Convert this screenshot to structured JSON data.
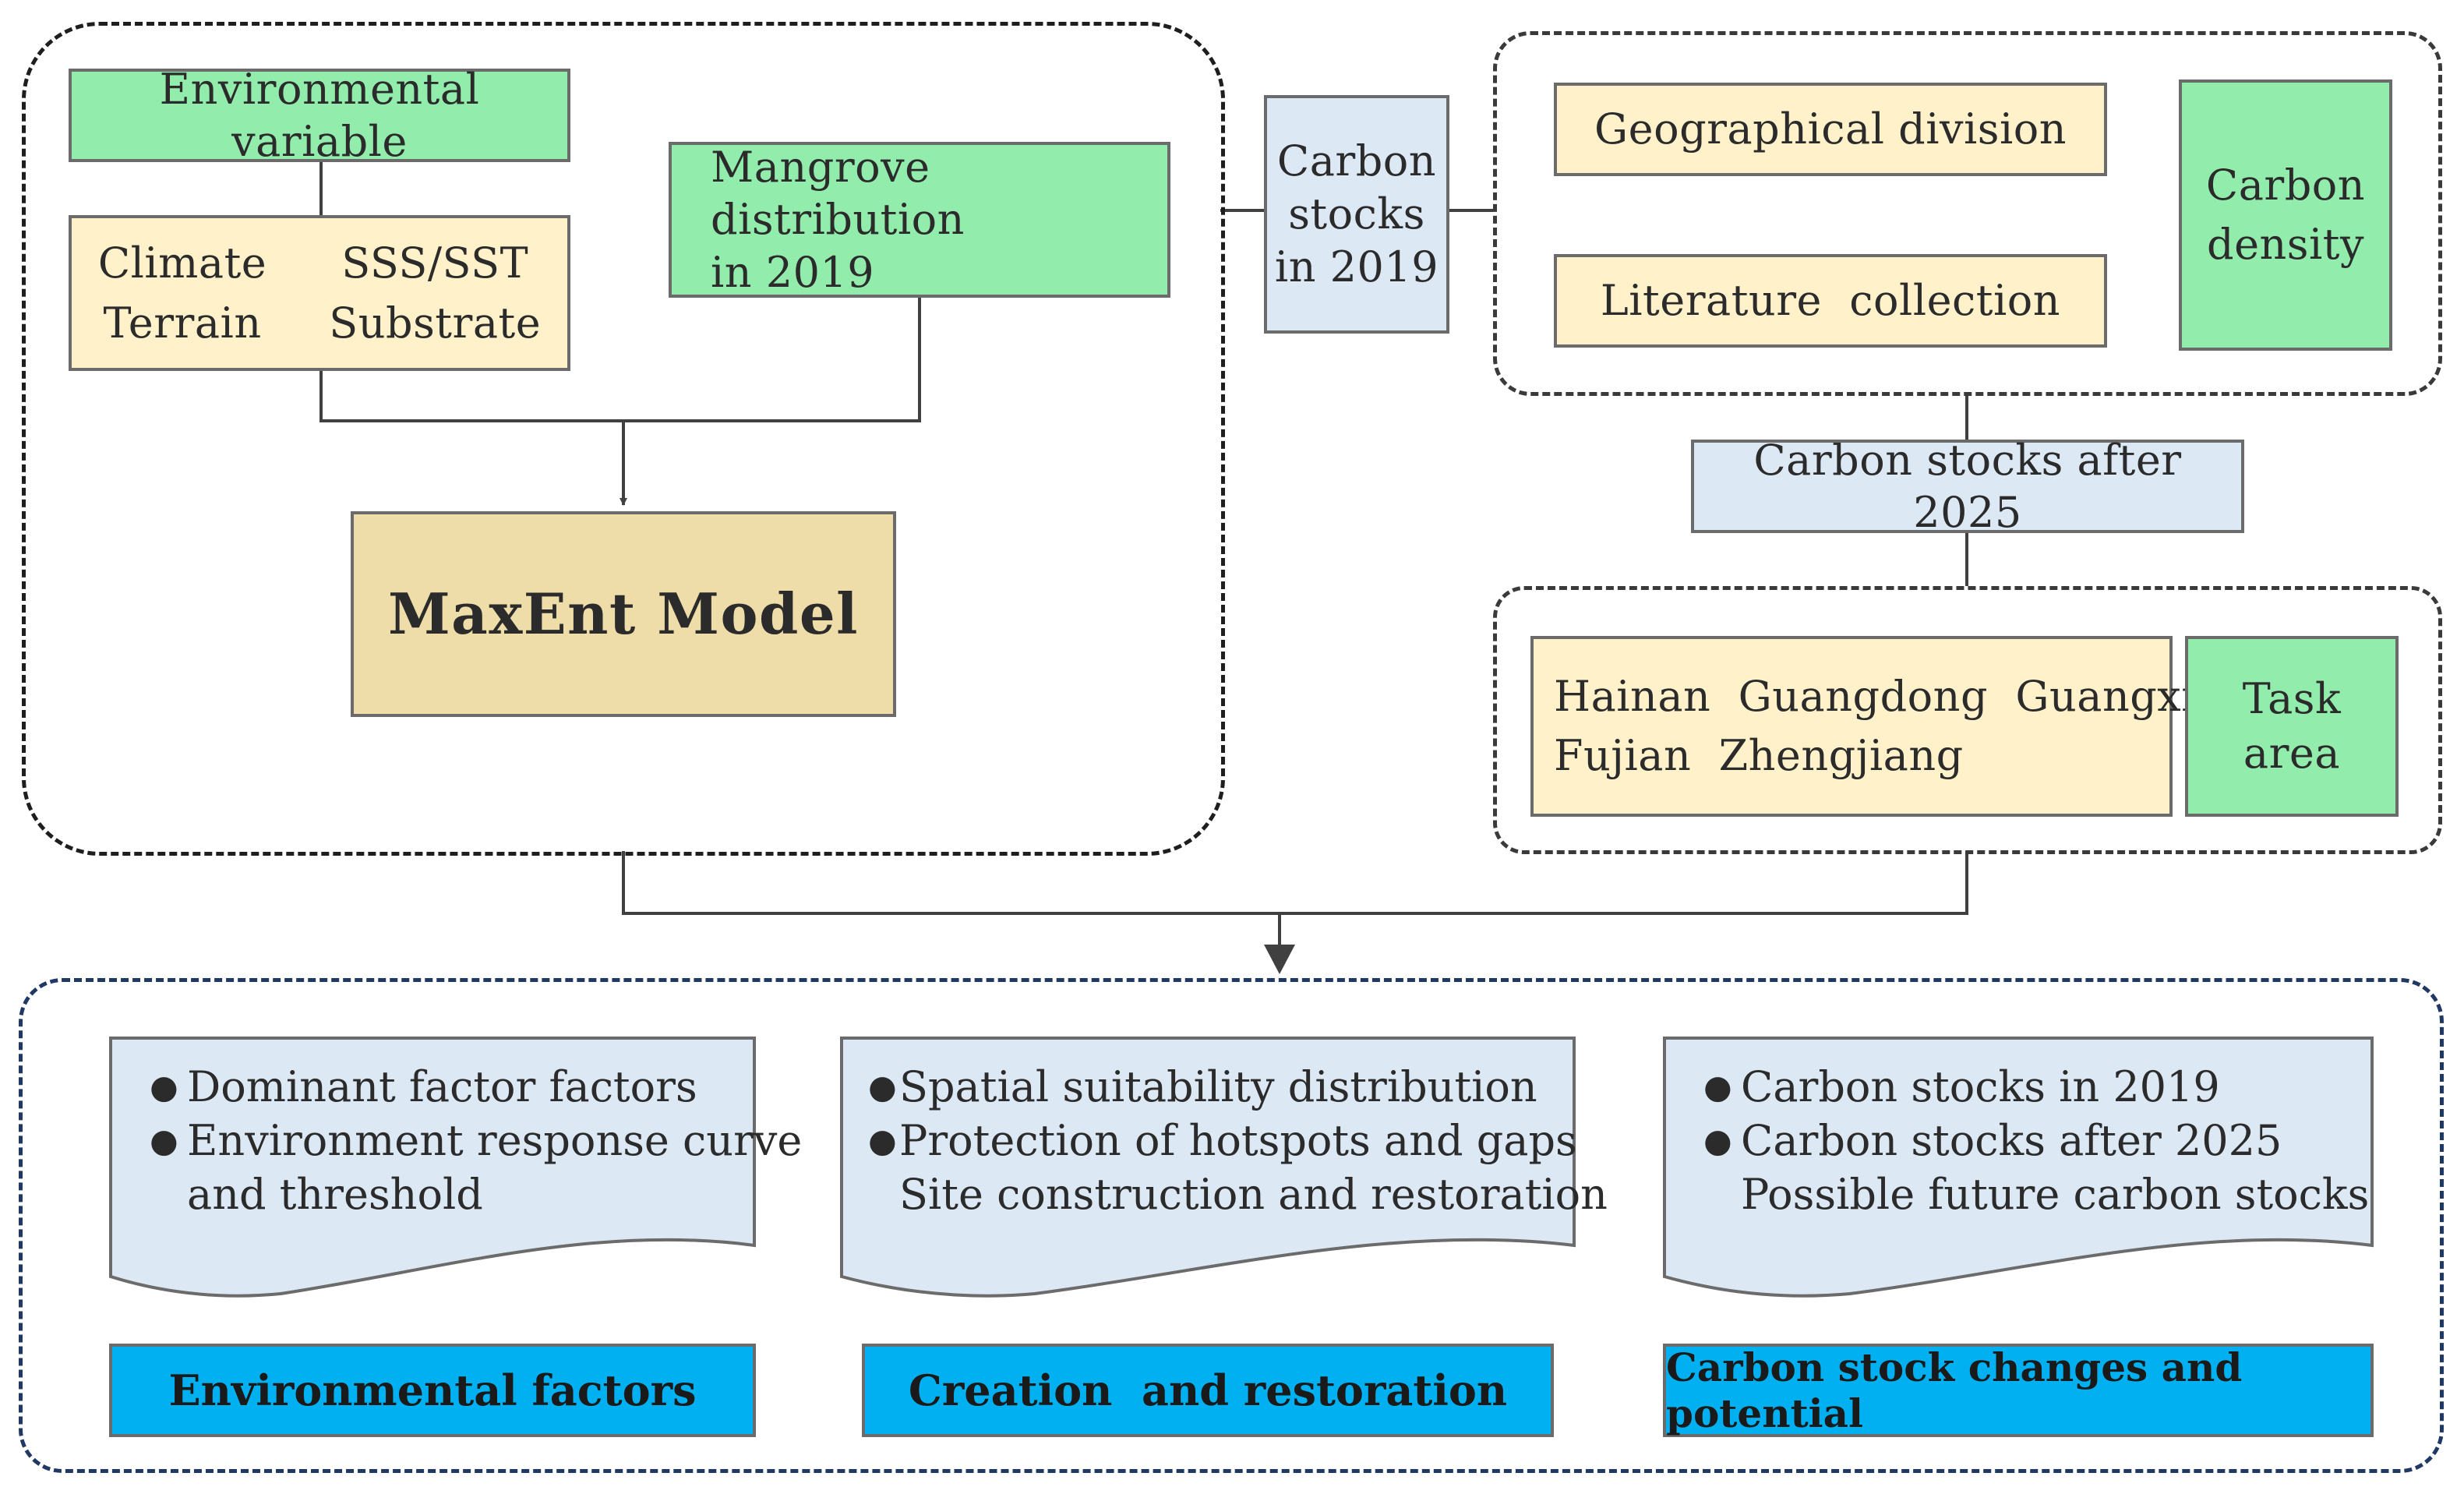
{
  "colors": {
    "green_box": "#92edac",
    "cream_box": "#fff1c9",
    "tan_box": "#eedca9",
    "light_blue_box": "#dde8f5",
    "blue_label": "#00b0f0",
    "frame_dark": "#1e1e1e",
    "frame_navy": "#1f3864",
    "connector": "#404040"
  },
  "maxent_panel": {
    "environmental_variable": "Environmental variable",
    "variables": [
      "Climate",
      "SSS/SST",
      "Terrain",
      "Substrate"
    ],
    "mangrove_distribution": [
      "Mangrove distribution",
      "in 2019"
    ],
    "model": "MaxEnt Model"
  },
  "carbon_2019": [
    "Carbon",
    "stocks",
    "in 2019"
  ],
  "density_panel": {
    "geographical_division": "Geographical division",
    "literature_collection": "Literature  collection",
    "carbon_density": [
      "Carbon",
      "density"
    ]
  },
  "carbon_after_2025": "Carbon stocks after 2025",
  "task_panel": {
    "provinces": [
      "Hainan  Guangdong  Guangxi",
      "Fujian  Zhengjiang"
    ],
    "task_area": [
      "Task",
      "area"
    ]
  },
  "results": [
    {
      "lines": [
        {
          "bullet": true,
          "text": "Dominant factor factors"
        },
        {
          "bullet": true,
          "text": "Environment response curve"
        },
        {
          "bullet": false,
          "text": "and threshold"
        }
      ],
      "label": "Environmental factors"
    },
    {
      "lines": [
        {
          "bullet": true,
          "text": "Spatial suitability distribution"
        },
        {
          "bullet": true,
          "text": "Protection of hotspots and gaps"
        },
        {
          "bullet": false,
          "text": "Site construction and restoration"
        }
      ],
      "label": "Creation  and restoration"
    },
    {
      "lines": [
        {
          "bullet": true,
          "text": "Carbon stocks in 2019"
        },
        {
          "bullet": true,
          "text": "Carbon stocks after 2025"
        },
        {
          "bullet": false,
          "text": "Possible future carbon stocks"
        }
      ],
      "label": "Carbon stock changes and potential"
    }
  ]
}
